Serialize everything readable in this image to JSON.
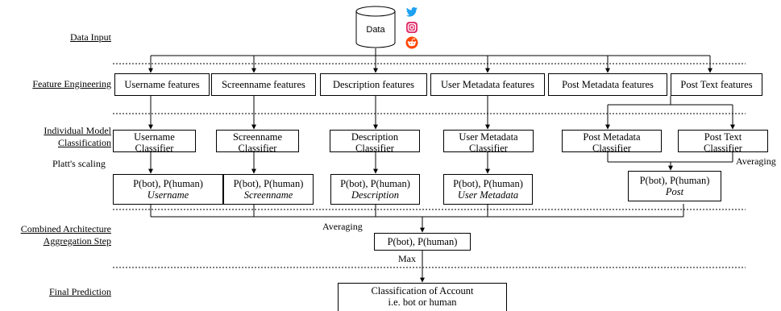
{
  "stages": {
    "data_input": "Data Input",
    "feature_engineering": "Feature Engineering",
    "individual_model_line1": "Individual Model",
    "individual_model_line2": "Classification",
    "platts_scaling": "Platt's scaling",
    "combined_line1": "Combined Architecture",
    "combined_line2": "Aggregation Step",
    "final_prediction": "Final Prediction"
  },
  "database": {
    "label": "Data",
    "sources": [
      "twitter-icon",
      "instagram-icon",
      "reddit-icon"
    ]
  },
  "features": [
    "Username features",
    "Screenname features",
    "Description features",
    "User Metadata features",
    "Post Metadata features",
    "Post Text features"
  ],
  "classifiers": [
    {
      "line1": "Username",
      "line2": "Classifier"
    },
    {
      "line1": "Screenname",
      "line2": "Classifier"
    },
    {
      "line1": "Description",
      "line2": "Classifier"
    },
    {
      "line1": "User Metadata",
      "line2": "Classifier"
    },
    {
      "line1": "Post Metadata",
      "line2": "Classifier"
    },
    {
      "line1": "Post Text",
      "line2": "Classifier"
    }
  ],
  "probabilities": [
    {
      "prob": "P(bot), P(human)",
      "source": "Username"
    },
    {
      "prob": "P(bot), P(human)",
      "source": "Screenname"
    },
    {
      "prob": "P(bot), P(human)",
      "source": "Description"
    },
    {
      "prob": "P(bot), P(human)",
      "source": "User Metadata"
    },
    {
      "prob": "P(bot), P(human)",
      "source": "Post"
    }
  ],
  "averaging_post": "Averaging",
  "averaging_combined": "Averaging",
  "combined_prob": "P(bot), P(human)",
  "max_label": "Max",
  "final": {
    "line1": "Classification of Account",
    "line2": "i.e. bot or human"
  },
  "colors": {
    "twitter": "#1da1f2",
    "instagram": "#e1306c",
    "reddit": "#ff4500",
    "line": "#000000"
  }
}
